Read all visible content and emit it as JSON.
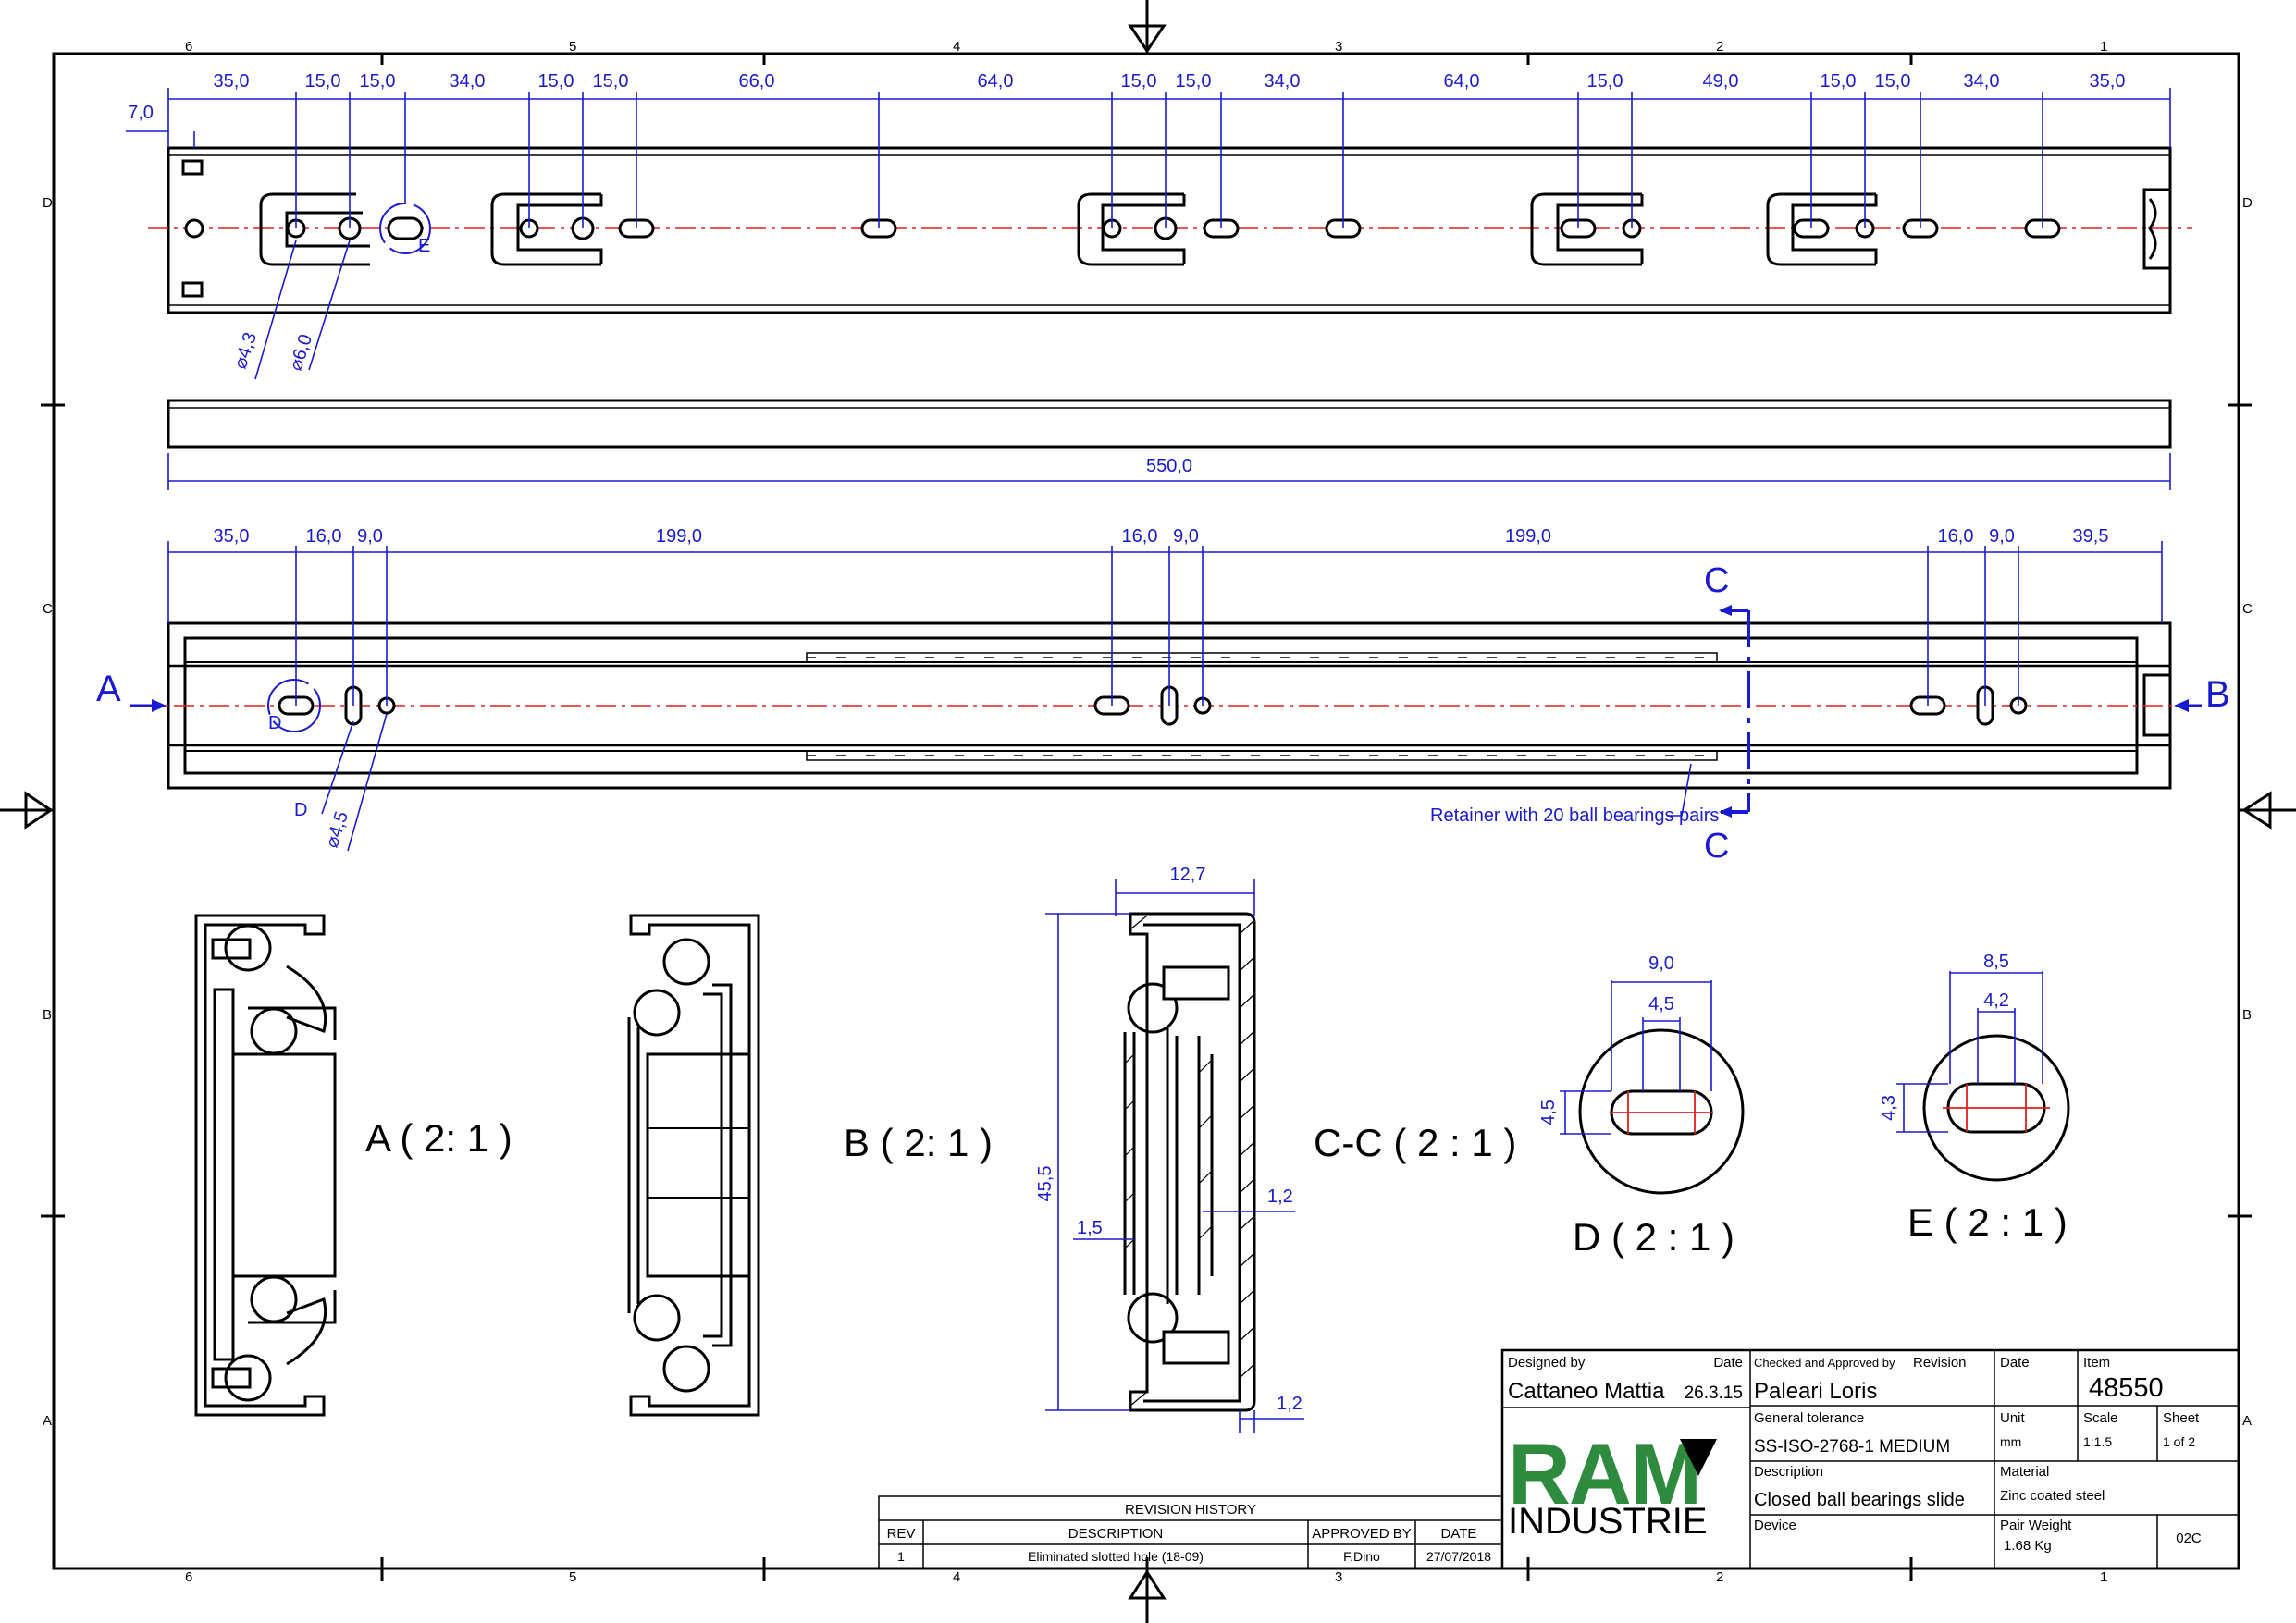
{
  "frame": {
    "zone_cols_bottom": [
      "6",
      "5",
      "4",
      "3",
      "2",
      "1"
    ],
    "zone_cols_top": [
      "6",
      "5",
      "4",
      "3",
      "2",
      "1"
    ],
    "zone_rows": [
      "D",
      "C",
      "B",
      "A"
    ]
  },
  "top_view": {
    "dims": [
      "7,0",
      "35,0",
      "15,0",
      "15,0",
      "34,0",
      "15,0",
      "15,0",
      "66,0",
      "64,0",
      "15,0",
      "15,0",
      "34,0",
      "64,0",
      "15,0",
      "49,0",
      "15,0",
      "15,0",
      "34,0",
      "35,0"
    ],
    "hole_labels": [
      "⌀4,3",
      "⌀6,0"
    ],
    "detail_ref": "E",
    "overall": "550,0"
  },
  "side_view": {
    "dims": [
      "35,0",
      "16,0",
      "9,0",
      "199,0",
      "16,0",
      "9,0",
      "199,0",
      "16,0",
      "9,0",
      "39,5"
    ],
    "view_a": "A",
    "view_b": "B",
    "section": "C",
    "detail_ref": "D",
    "hole_label": "⌀4,5",
    "retainer_note": "Retainer with 20 ball bearings pairs"
  },
  "details": {
    "a_title": "A ( 2: 1 )",
    "b_title": "B ( 2: 1 )",
    "cc_title": "C-C ( 2 : 1 )",
    "cc_dims": [
      "12,7",
      "45,5",
      "1,5",
      "1,2",
      "1,2"
    ],
    "d_title": "D ( 2 : 1 )",
    "d_dims": [
      "9,0",
      "4,5",
      "4,5"
    ],
    "e_title": "E ( 2 : 1 )",
    "e_dims": [
      "8,5",
      "4,2",
      "4,3"
    ]
  },
  "revision": {
    "title": "REVISION HISTORY",
    "headers": [
      "REV",
      "DESCRIPTION",
      "APPROVED BY",
      "DATE"
    ],
    "rows": [
      [
        "1",
        "Eliminated slotted hole (18-09)",
        "F.Dino",
        "27/07/2018"
      ]
    ]
  },
  "title_block": {
    "designed_by_label": "Designed by",
    "date_label": "Date",
    "designer": "Cattaneo Mattia",
    "design_date": "26.3.15",
    "checked_label": "Checked and Approved by",
    "revision_label": "Revision",
    "checker": "Paleari Loris",
    "date2_label": "Date",
    "item_label": "Item",
    "item": "48550",
    "tolerance_label": "General tolerance",
    "tolerance": "SS-ISO-2768-1 MEDIUM",
    "unit_label": "Unit",
    "unit": "mm",
    "scale_label": "Scale",
    "scale": "1:1.5",
    "sheet_label": "Sheet",
    "sheet": "1 of 2",
    "description_label": "Description",
    "description": "Closed ball bearings slide",
    "material_label": "Material",
    "material": "Zinc coated steel",
    "device_label": "Device",
    "weight_label": "Pair Weight",
    "weight": "1.68 Kg",
    "code": "02C",
    "logo_top": "RAM",
    "logo_bottom": "INDUSTRIE",
    "logo_color": "#2e8b3e"
  }
}
